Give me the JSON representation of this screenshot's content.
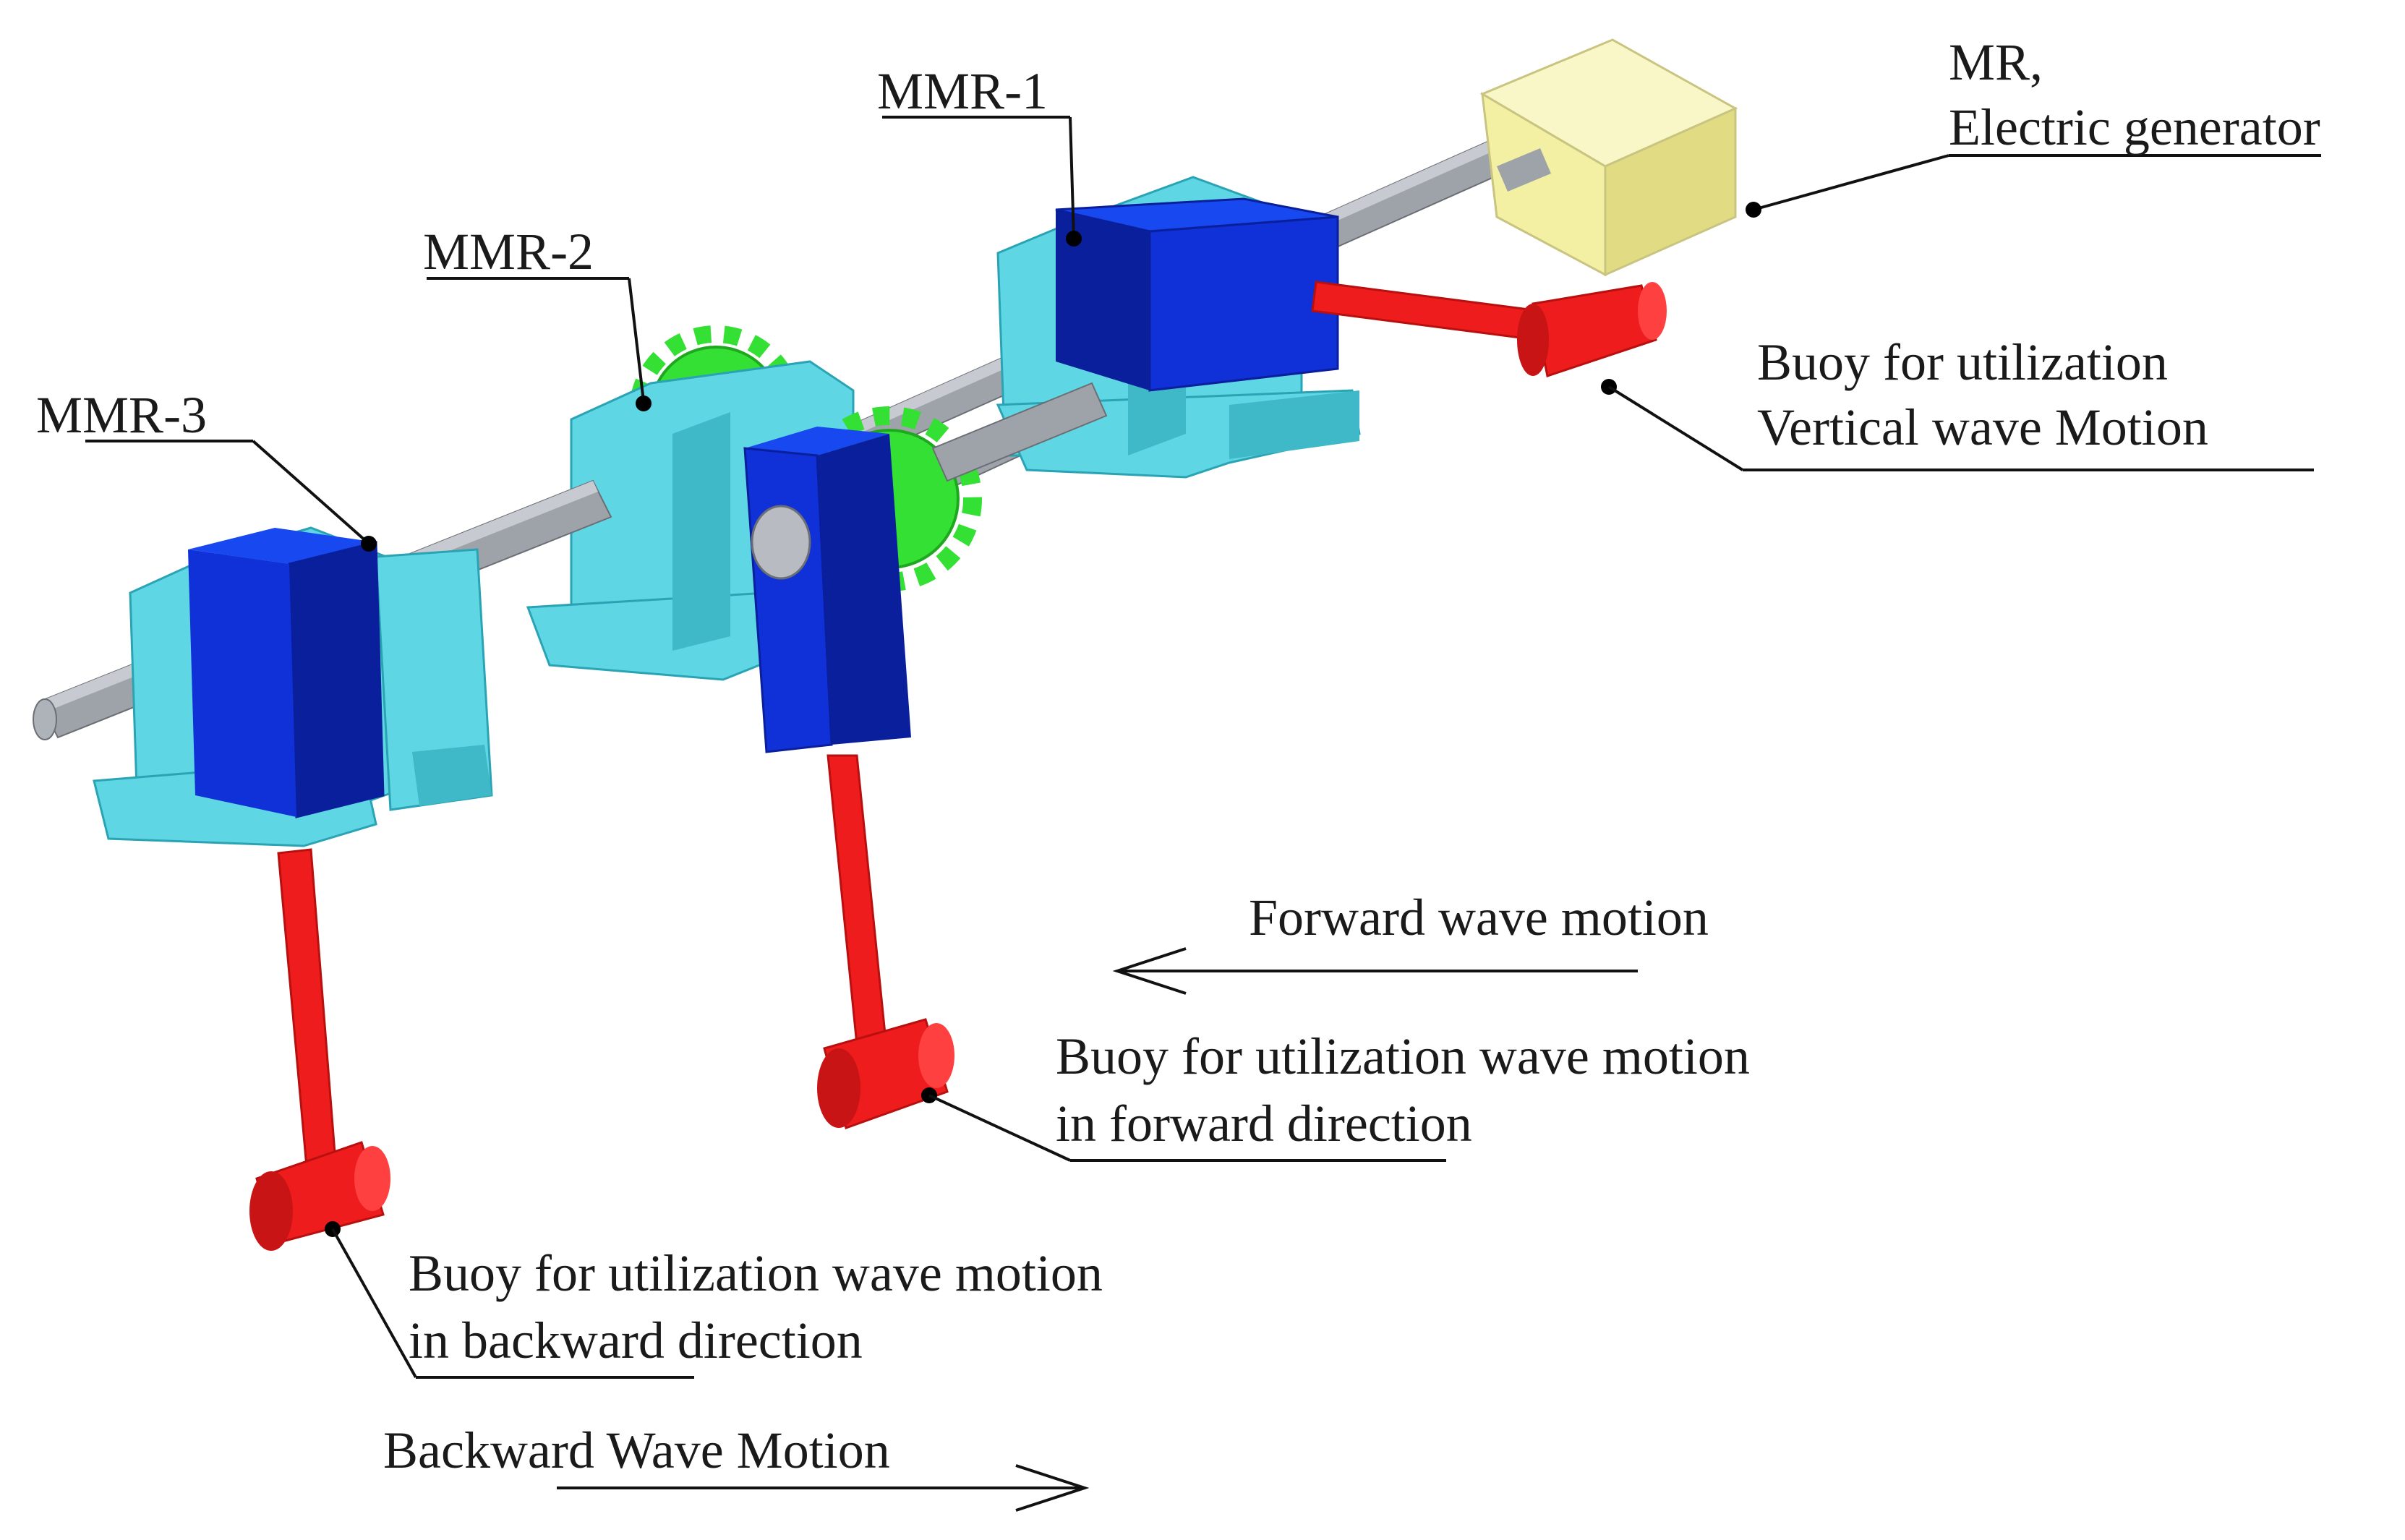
{
  "diagram": {
    "labels": {
      "mmr1": "MMR-1",
      "mmr2": "MMR-2",
      "mmr3": "MMR-3",
      "mr_line1": "MR,",
      "mr_line2": "Electric generator",
      "buoy_vertical_line1": "Buoy for utilization",
      "buoy_vertical_line2": "Vertical wave Motion",
      "buoy_forward_line1": "Buoy for utilization wave motion",
      "buoy_forward_line2": "in forward direction",
      "buoy_backward_line1": "Buoy for utilization wave motion",
      "buoy_backward_line2": "in backward direction",
      "forward_wave": "Forward wave motion",
      "backward_wave": "Backward Wave Motion"
    },
    "colors": {
      "bearing": "#5fd6e3",
      "bearing_shade": "#3fb8c8",
      "freewheel": "#1030d8",
      "freewheel_dark": "#0a1f9c",
      "gear": "#33e033",
      "gear_dark": "#1fa81f",
      "shaft": "#9ea3aa",
      "shaft_light": "#c7cbd1",
      "buoy": "#ee1c1c",
      "buoy_dark": "#b80f0f",
      "generator": "#f3f0a4",
      "generator_side": "#e1dc84",
      "generator_top": "#f9f7c8"
    },
    "icons": [
      "arrow-left-icon",
      "arrow-right-icon"
    ]
  }
}
